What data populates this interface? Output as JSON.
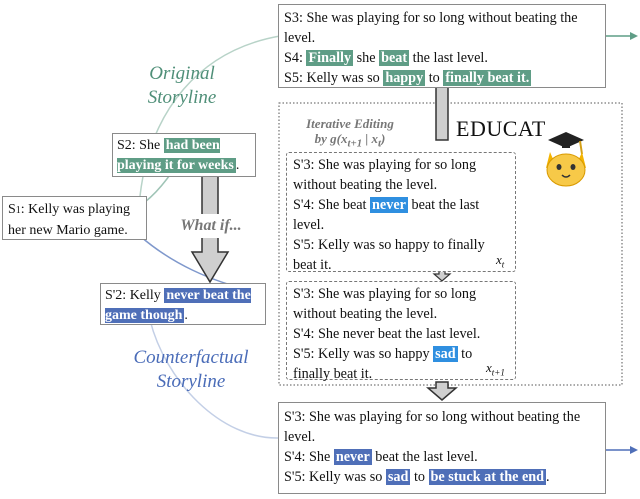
{
  "labels": {
    "original": [
      "Original",
      "Storyline"
    ],
    "counterfactual": [
      "Counterfactual",
      "Storyline"
    ],
    "whatif": "What if...",
    "iterative": [
      "Iterative Editing",
      "by g(x",
      "t+1",
      " | x",
      "t",
      ")"
    ],
    "educat": "EDUCAT",
    "xt": "x",
    "xt_sub": "t",
    "xt1": "x",
    "xt1_sub": "t+1"
  },
  "s1": {
    "prefix": "S",
    "sub": "1",
    "text": ": Kelly was playing her new Mario game."
  },
  "s2": {
    "prefix": "S2: She ",
    "hl": "had been playing it for weeks",
    "suffix": "."
  },
  "s2cf": {
    "prefix": "S'2: Kelly ",
    "hl": "never beat the game though",
    "suffix": "."
  },
  "top": {
    "s3": "S3: She was playing for so long without beating the level.",
    "s4": {
      "a": "S4: ",
      "h1": "Finally",
      "b": " she ",
      "h2": "beat",
      "c": " the last level."
    },
    "s5": {
      "a": "S5: Kelly was so ",
      "h1": "happy",
      "b": " to ",
      "h2": "finally beat it."
    }
  },
  "edit1": {
    "s3": "S'3: She was playing for so long without beating the level.",
    "s4": {
      "a": "S'4: She beat ",
      "h": "never",
      "b": " beat the last level."
    },
    "s5": "S'5: Kelly was so happy to finally beat it."
  },
  "edit2": {
    "s3": "S'3: She was playing for so long without beating the level.",
    "s4": "S'4: She never beat the last level.",
    "s5": {
      "a": "S'5: Kelly was so happy ",
      "h": "sad",
      "b": " to finally beat it."
    }
  },
  "bottom": {
    "s3": "S'3: She was playing for so long without beating the level.",
    "s4": {
      "a": "S'4: She ",
      "h": "never",
      "b": " beat the last level."
    },
    "s5": {
      "a": "S'5: Kelly was so ",
      "h1": "sad",
      "b": " to ",
      "h2": "be stuck at the end",
      "c": "."
    }
  },
  "colors": {
    "green": "#5f9d86",
    "blue": "#4f6fb8",
    "light_blue": "#2f8fe0",
    "arrow": "#c9c9c9"
  },
  "icons": [
    "cat-graduation-cap-icon"
  ]
}
